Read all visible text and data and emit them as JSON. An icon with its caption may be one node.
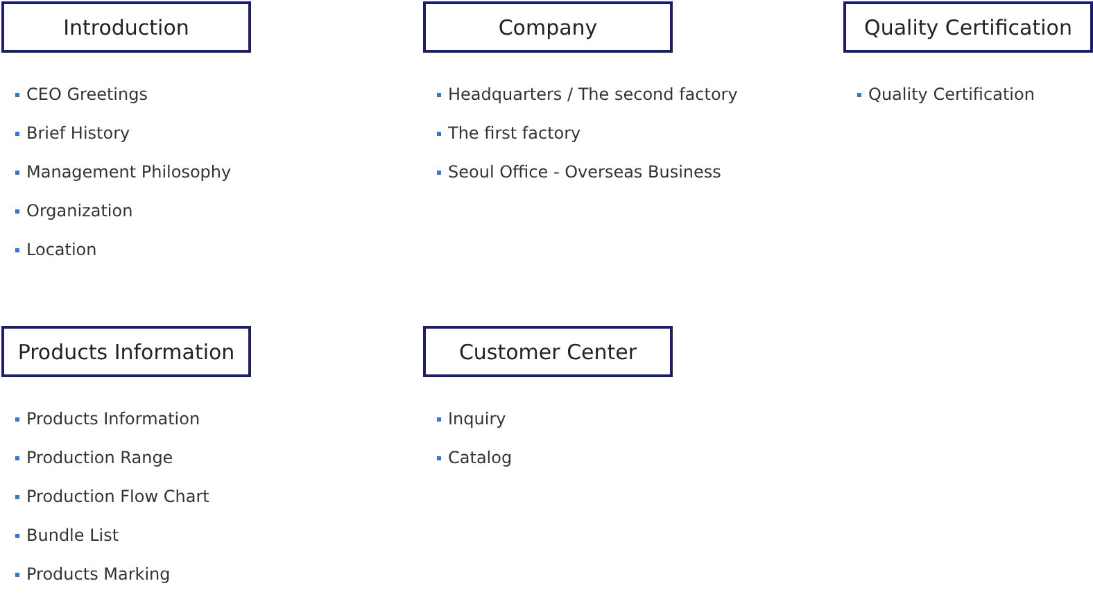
{
  "diagram": {
    "nodes": [
      {
        "text": [
          "Introduction"
        ],
        "beside": [
          "CEO Greetings",
          "Brief History",
          "Management Philosophy",
          "Organization",
          "Location"
        ]
      },
      {
        "text": [
          "Company"
        ],
        "beside": [
          "Headquarters / The second factory",
          "The first factory",
          "Seoul Office - Overseas Business"
        ]
      },
      {
        "text": [
          "Quality Certification"
        ],
        "beside": [
          "Quality Certification"
        ]
      },
      {
        "text": [
          "Products Information"
        ],
        "beside": [
          "Products Information",
          "Production Range",
          "Production Flow Chart",
          "Bundle List",
          "Products Marking"
        ]
      },
      {
        "text": [
          "Customer Center"
        ],
        "beside": [
          "Inquiry",
          "Catalog"
        ]
      }
    ]
  }
}
